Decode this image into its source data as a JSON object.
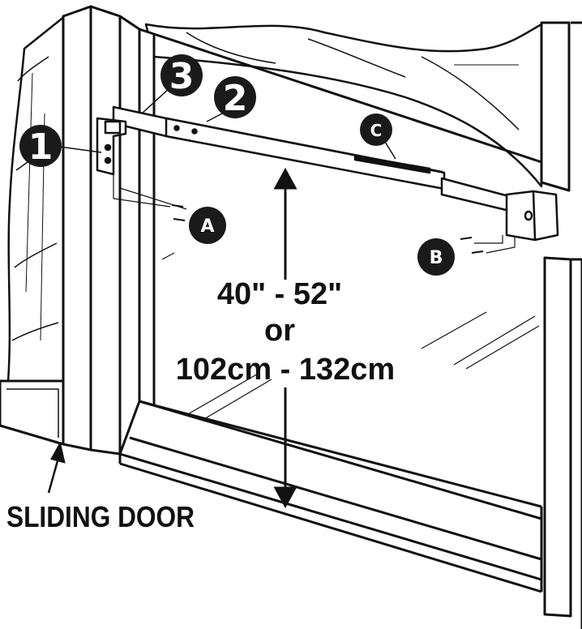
{
  "callouts": {
    "one": "1",
    "two": "2",
    "three": "3",
    "a": "A",
    "b": "B",
    "c": "C"
  },
  "dimension": {
    "imperial": "40\" - 52\"",
    "connector": "or",
    "metric": "102cm - 132cm"
  },
  "door_label": "SLIDING DOOR",
  "colors": {
    "ink": "#111111",
    "paper": "#ffffff",
    "badge": "#1a1a1a"
  }
}
